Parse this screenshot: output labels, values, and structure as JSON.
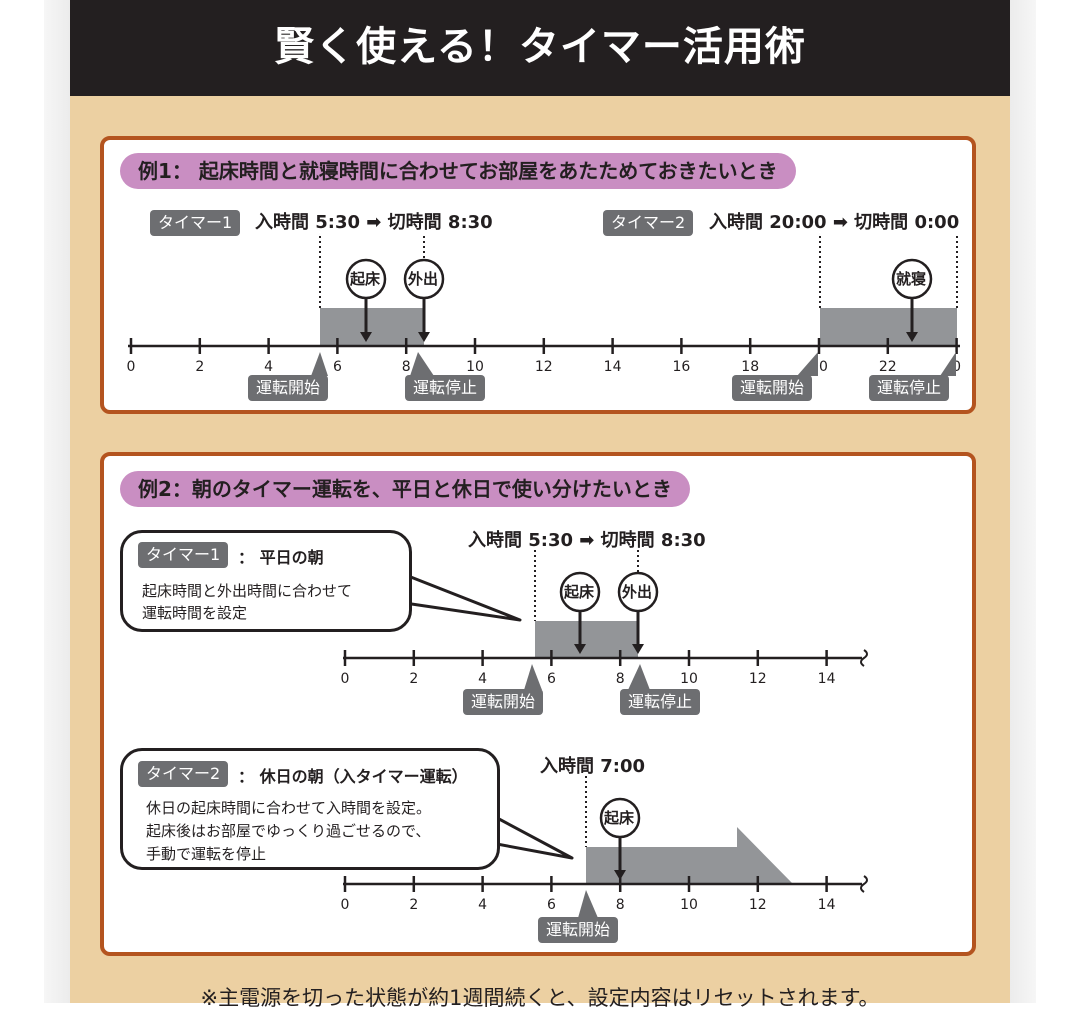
{
  "title": "賢く使える！タイマー活用術",
  "example1": {
    "heading": "例1： 起床時間と就寝時間に合わせてお部屋をあたためておきたいとき",
    "timer1_tag": "タイマー1",
    "timer1_times": "入時間 5:30 ➡ 切時間 8:30",
    "timer2_tag": "タイマー2",
    "timer2_times": "入時間 20:00 ➡ 切時間 0:00",
    "ticks": [
      "0",
      "2",
      "4",
      "6",
      "8",
      "10",
      "12",
      "14",
      "16",
      "18",
      "20",
      "22",
      "0"
    ],
    "events": [
      "起床",
      "外出",
      "就寝"
    ],
    "labels": [
      "運転開始",
      "運転停止",
      "運転開始",
      "運転停止"
    ]
  },
  "example2": {
    "heading": "例2：朝のタイマー運転を、平日と休日で使い分けたいとき",
    "timer1": {
      "tag": "タイマー1",
      "title": "： 平日の朝",
      "desc_line1": "起床時間と外出時間に合わせて",
      "desc_line2": "運転時間を設定",
      "times": "入時間 5:30 ➡ 切時間 8:30",
      "events": [
        "起床",
        "外出"
      ],
      "labels": [
        "運転開始",
        "運転停止"
      ]
    },
    "timer2": {
      "tag": "タイマー2",
      "title": "： 休日の朝（入タイマー運転）",
      "desc_line1": "休日の起床時間に合わせて入時間を設定。",
      "desc_line2": "起床後はお部屋でゆっくり過ごせるので、",
      "desc_line3": "手動で運転を停止",
      "times": "入時間 7:00",
      "events": [
        "起床"
      ],
      "labels": [
        "運転開始"
      ]
    },
    "ticks": [
      "0",
      "2",
      "4",
      "6",
      "8",
      "10",
      "12",
      "14"
    ]
  },
  "footnote": "※主電源を切った状態が約1週間続くと、設定内容はリセットされます。",
  "colors": {
    "header_bg": "#231f20",
    "background": "#ecd0a2",
    "panel_border": "#b4541f",
    "heading_pill": "#c98ec2",
    "tag": "#6d6e71",
    "bar": "#939598"
  }
}
